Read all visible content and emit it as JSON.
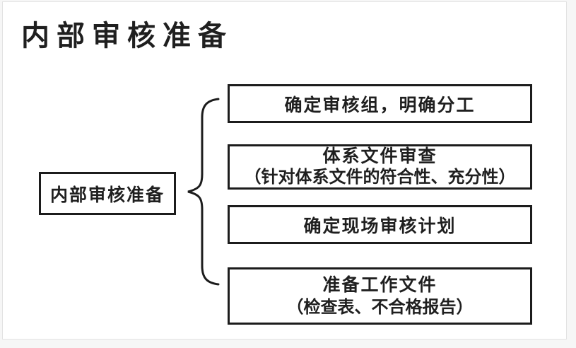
{
  "page": {
    "title": "内部审核准备"
  },
  "diagram": {
    "type": "bracket-tree",
    "root": {
      "label": "内部审核准备"
    },
    "branches": [
      {
        "line1": "确定审核组，明确分工",
        "line2": ""
      },
      {
        "line1": "体系文件审查",
        "line2": "（针对体系文件的符合性、充分性）"
      },
      {
        "line1": "确定现场审核计划",
        "line2": ""
      },
      {
        "line1": "准备工作文件",
        "line2": "（检查表、不合格报告）"
      }
    ],
    "colors": {
      "border": "#1c1c1c",
      "text": "#1f1f1f",
      "background": "#ffffff",
      "edge_frame": "#e2e2e2"
    }
  }
}
